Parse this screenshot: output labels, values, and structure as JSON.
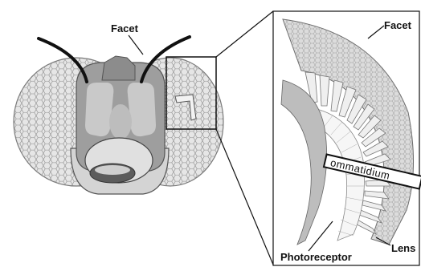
{
  "labels": {
    "facet_head": "Facet",
    "facet_detail": "Facet",
    "ommatidium": "ommatidium",
    "lens": "Lens",
    "photoreceptor": "Photoreceptor"
  }
}
